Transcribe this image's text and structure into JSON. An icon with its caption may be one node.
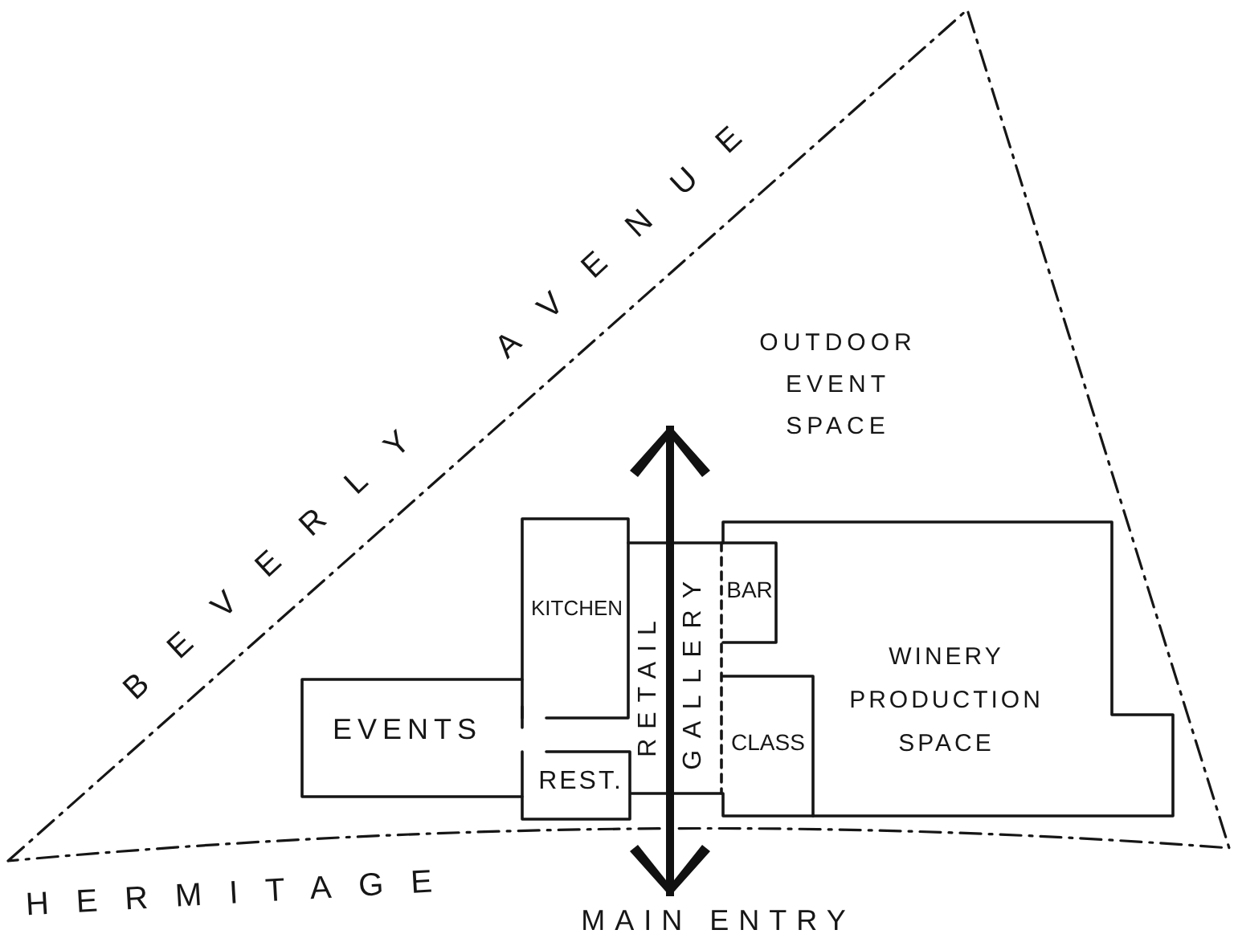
{
  "diagram": {
    "nodes": [
      {
        "text": [
          "OUTDOOR EVENT SPACE"
        ]
      },
      {
        "text": [
          "EVENTS"
        ],
        "in": 0
      },
      {
        "text": [
          "KITCHEN"
        ],
        "in": 0
      },
      {
        "text": [
          "REST."
        ],
        "in": 0
      },
      {
        "text": [
          "RETAIL",
          "GALLERY"
        ],
        "in": 0
      },
      {
        "text": [
          "WINERY PRODUCTION SPACE"
        ],
        "in": 0
      },
      {
        "text": [
          "BAR"
        ],
        "in": 5
      },
      {
        "text": [
          "CLASS"
        ],
        "in": 5
      },
      {
        "text": [
          "MAIN ENTRY"
        ]
      }
    ],
    "edges": [
      {
        "from": null,
        "to": 8,
        "arrow": "both"
      }
    ],
    "labels": [
      "BEVERLY",
      "AVENUE",
      "HERMITAGE"
    ]
  }
}
